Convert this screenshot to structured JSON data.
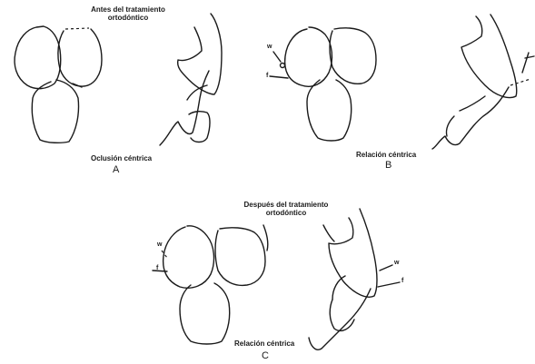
{
  "panel_a": {
    "title_line1": "Antes del tratamiento",
    "title_line2": "ortodóntico",
    "caption": "Oclusión céntrica",
    "letter": "A"
  },
  "panel_b": {
    "caption": "Relación céntrica",
    "letter": "B",
    "marker_w": "w",
    "marker_f": "f"
  },
  "panel_c": {
    "title_line1": "Después del tratamiento",
    "title_line2": "ortodóntico",
    "caption": "Relación céntrica",
    "letter": "C",
    "marker_w_left": "w",
    "marker_f_left": "f",
    "marker_w_right": "w",
    "marker_f_right": "f"
  }
}
